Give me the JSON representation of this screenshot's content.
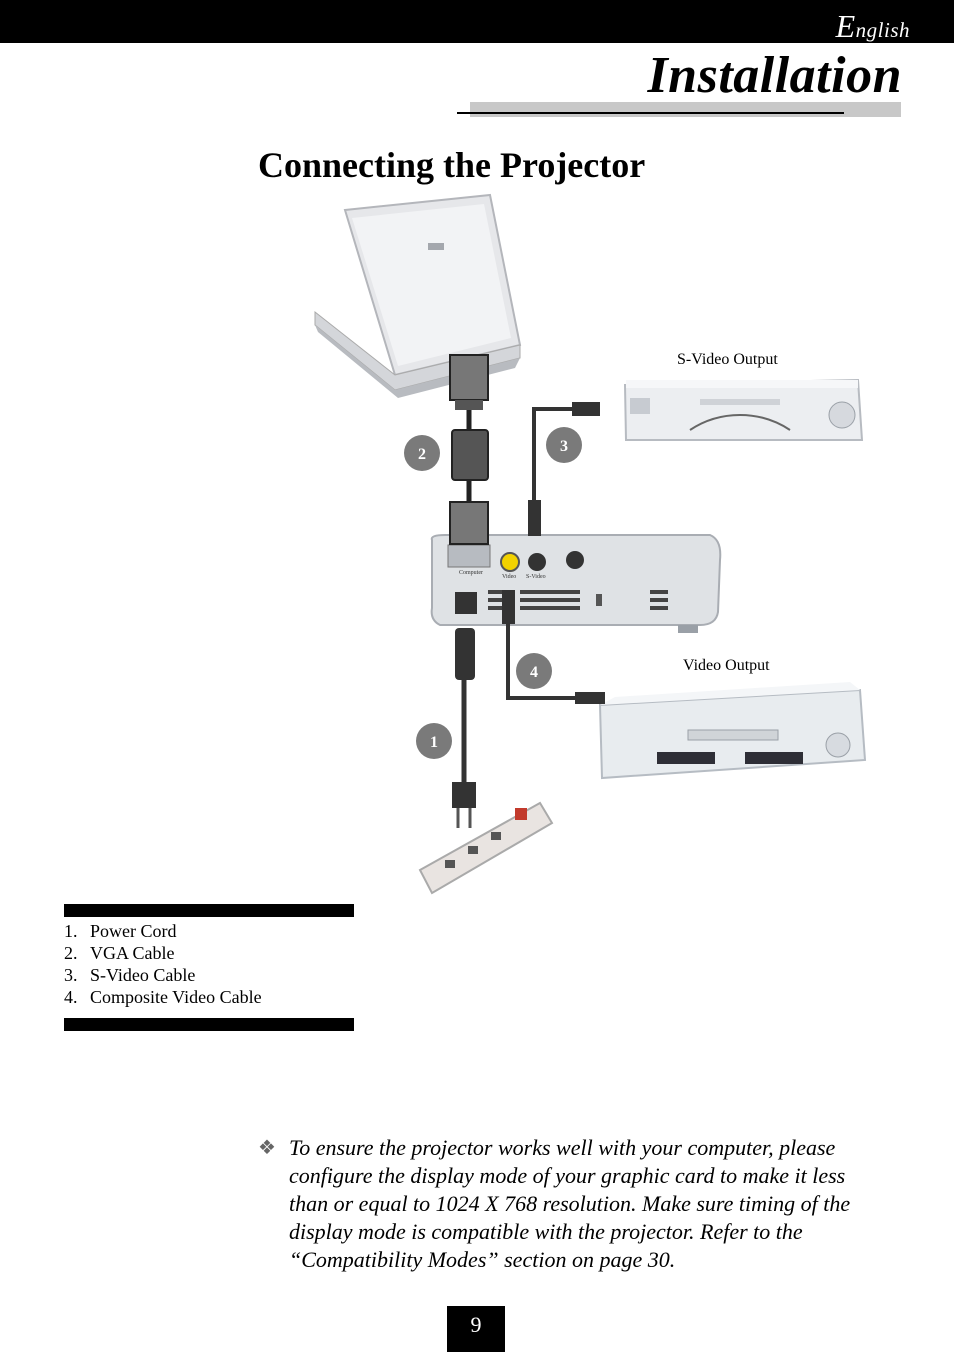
{
  "header": {
    "language_cap": "E",
    "language_rest": "nglish",
    "section": "Installation"
  },
  "page_title": "Connecting the Projector",
  "diagram": {
    "svideo_label": "S-Video Output",
    "video_label": "Video Output",
    "callouts": [
      "1",
      "2",
      "3",
      "4"
    ],
    "port_labels": [
      "Computer",
      "Video",
      "S-Video"
    ]
  },
  "legend": [
    {
      "num": "1.",
      "label": "Power Cord"
    },
    {
      "num": "2.",
      "label": "VGA Cable"
    },
    {
      "num": "3.",
      "label": "S-Video Cable"
    },
    {
      "num": "4.",
      "label": "Composite Video Cable"
    }
  ],
  "note": {
    "bullet": "❖",
    "text": "To ensure the projector works well with your computer, please configure the display mode of your graphic card to make it less than or equal to 1024 X 768 resolution. Make sure timing of the display mode is compatible with the projector.  Refer to the “Compatibility Modes” section on page 30."
  },
  "page_number": "9"
}
